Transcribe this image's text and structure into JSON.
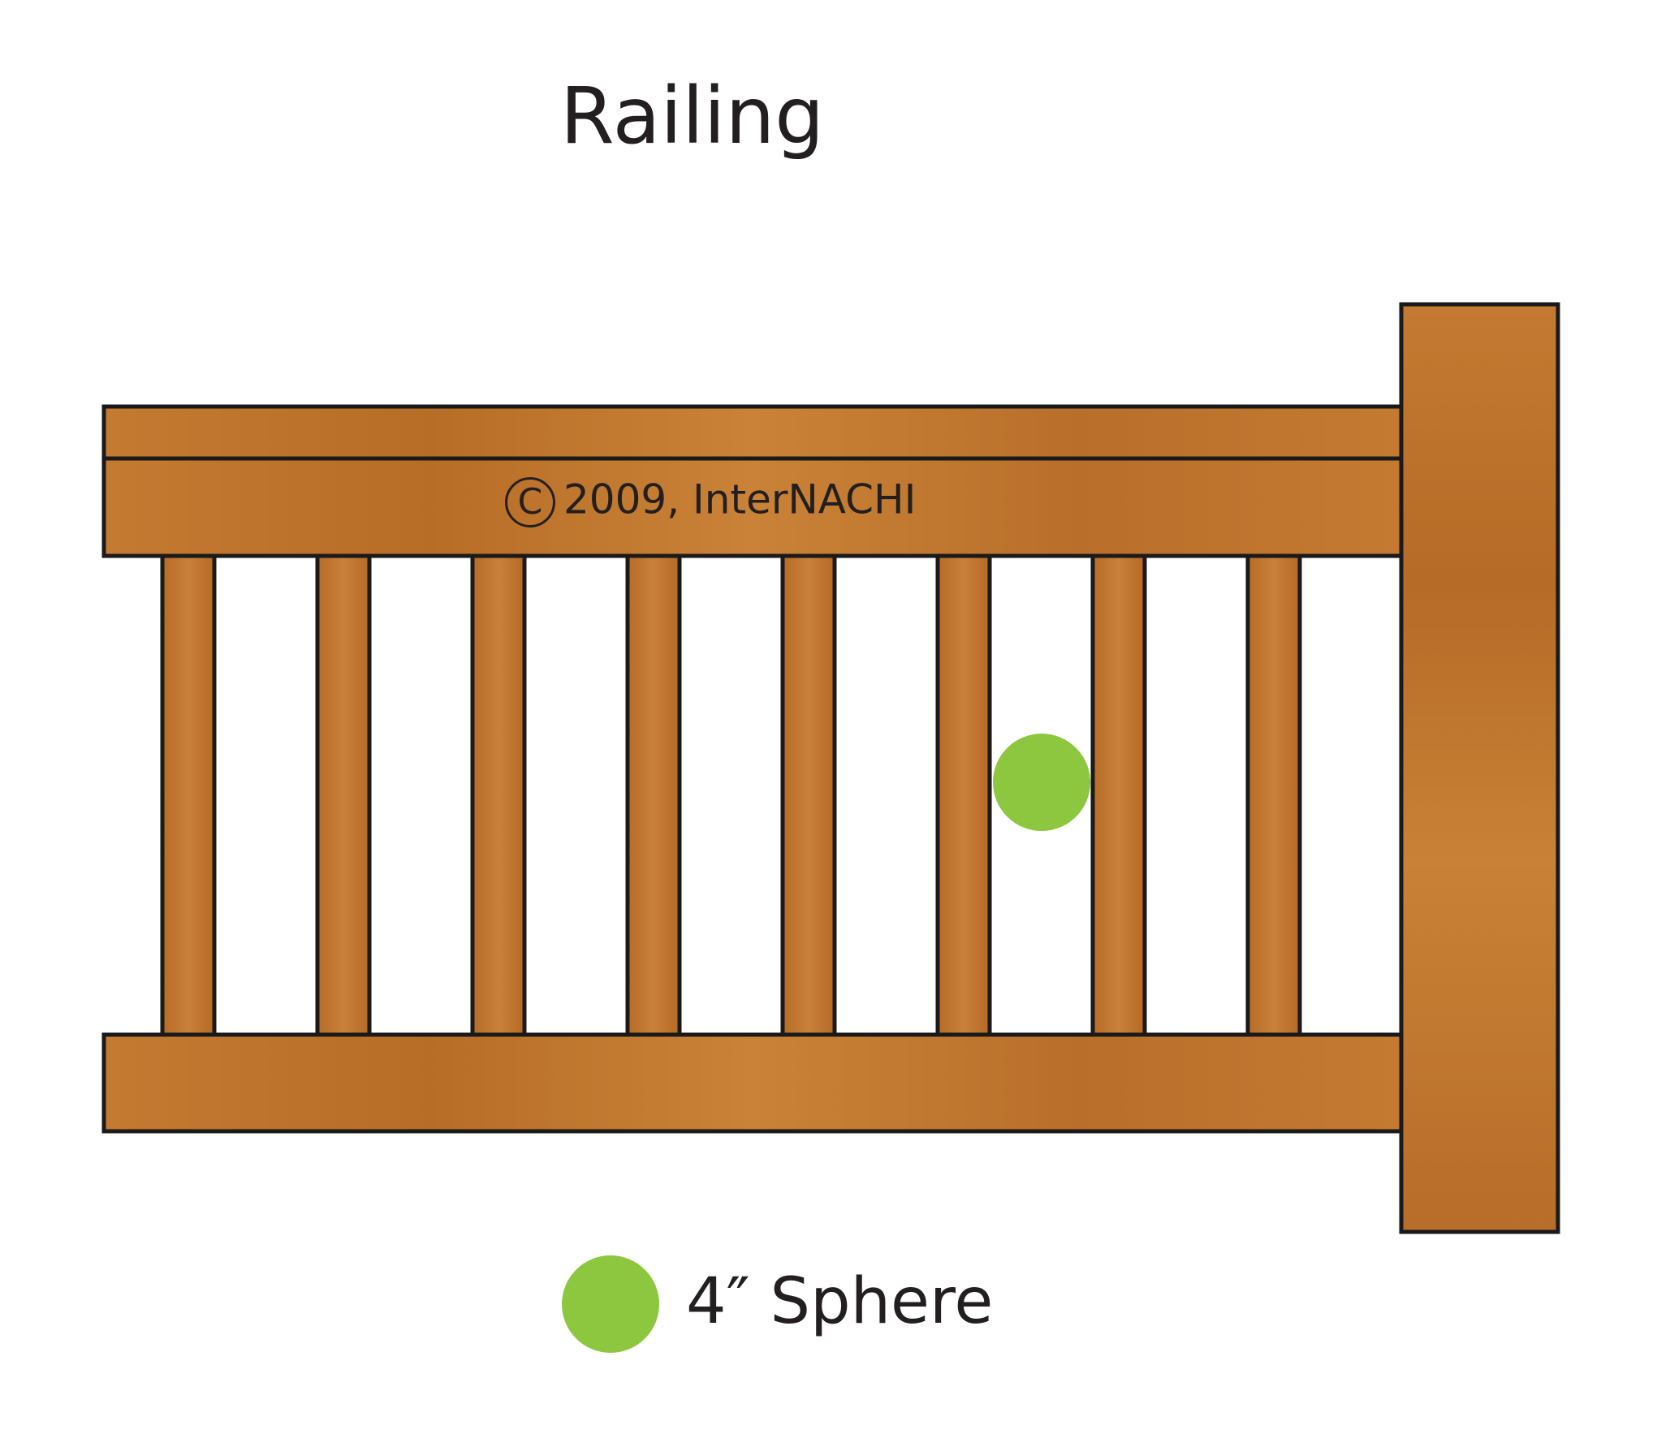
{
  "title": "Railing",
  "copyright": {
    "symbol": "C",
    "text": "2009, InterNACHI"
  },
  "legend": {
    "label": "4″ Sphere",
    "color": "#8dc63f",
    "icon": "sphere-icon"
  },
  "colors": {
    "wood": "#c3772e",
    "wood_dark": "#a85e1f",
    "outline": "#1a1a1a",
    "sphere": "#8dc63f"
  },
  "railing": {
    "baluster_count": 8
  }
}
